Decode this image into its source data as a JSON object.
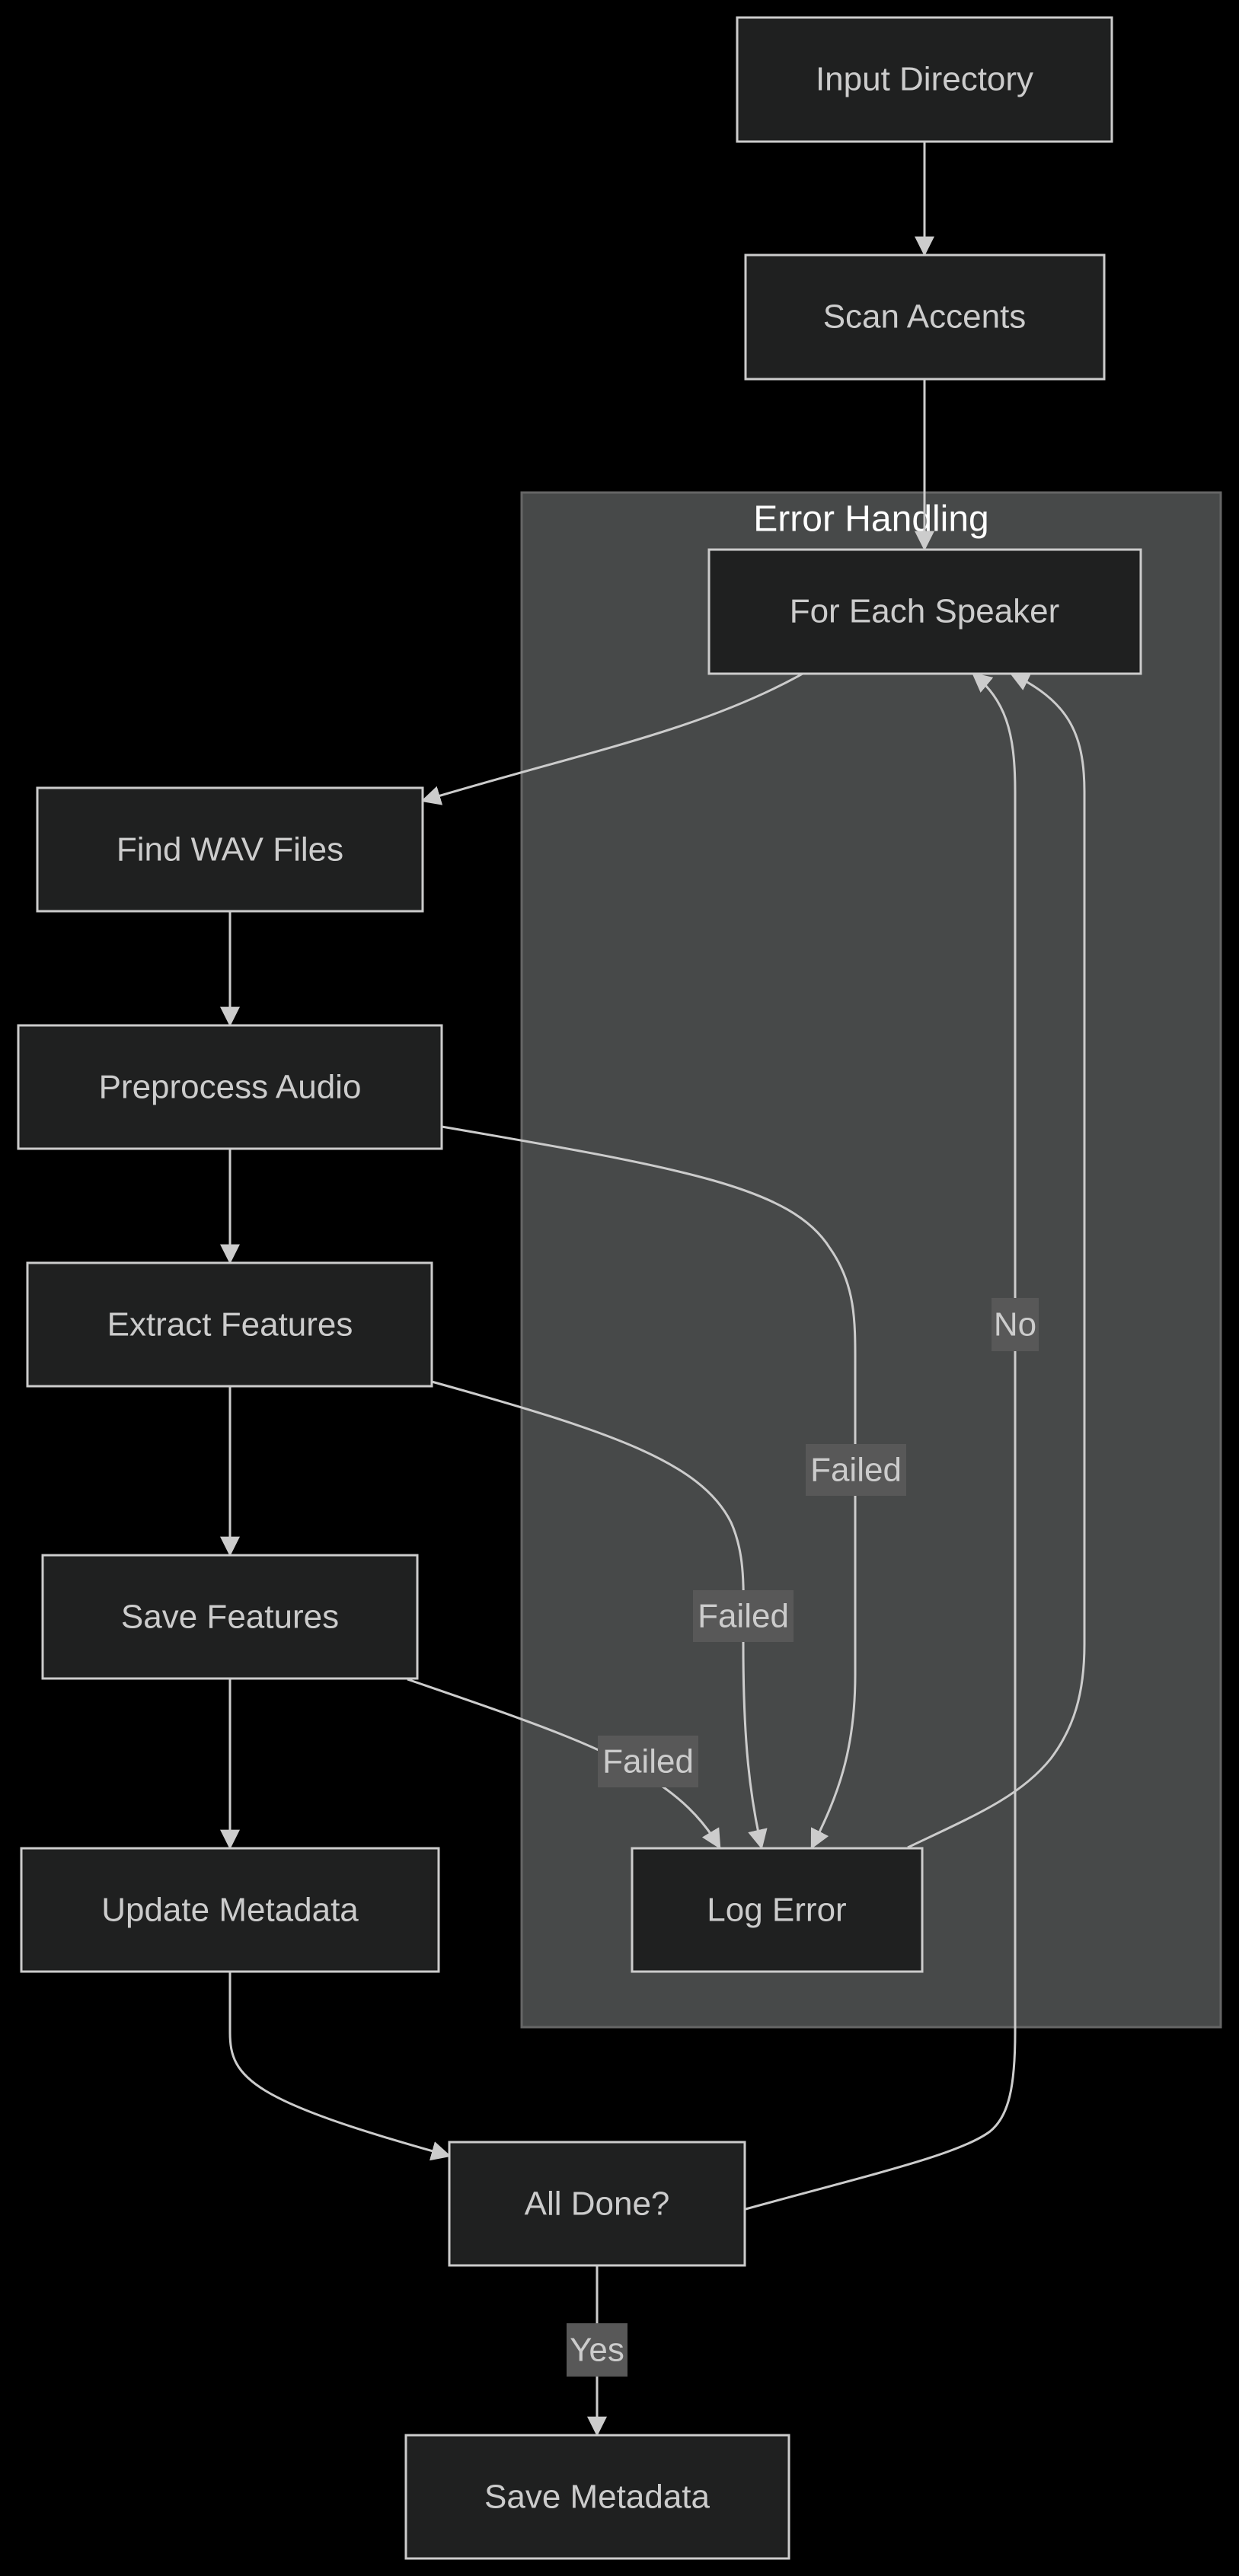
{
  "colors": {
    "background": "#000000",
    "node_fill": "#1f2020",
    "node_stroke": "#cccccc",
    "node_text": "#cccccc",
    "cluster_fill": "#474949",
    "cluster_stroke": "#666666",
    "cluster_title": "#ffffff",
    "edge": "#cccccc",
    "label_bg": "#585858",
    "label_text": "#cccccc"
  },
  "cluster": {
    "title": "Error Handling"
  },
  "nodes": {
    "input_directory": "Input Directory",
    "scan_accents": "Scan Accents",
    "for_each_speaker": "For Each Speaker",
    "find_wav_files": "Find WAV Files",
    "preprocess_audio": "Preprocess Audio",
    "extract_features": "Extract Features",
    "save_features": "Save Features",
    "update_metadata": "Update Metadata",
    "log_error": "Log Error",
    "all_done": "All Done?",
    "save_metadata": "Save Metadata"
  },
  "edges": [
    {
      "from": "input_directory",
      "to": "scan_accents",
      "label": ""
    },
    {
      "from": "scan_accents",
      "to": "for_each_speaker",
      "label": ""
    },
    {
      "from": "for_each_speaker",
      "to": "find_wav_files",
      "label": ""
    },
    {
      "from": "find_wav_files",
      "to": "preprocess_audio",
      "label": ""
    },
    {
      "from": "preprocess_audio",
      "to": "extract_features",
      "label": ""
    },
    {
      "from": "extract_features",
      "to": "save_features",
      "label": ""
    },
    {
      "from": "save_features",
      "to": "update_metadata",
      "label": ""
    },
    {
      "from": "preprocess_audio",
      "to": "log_error",
      "label": "Failed"
    },
    {
      "from": "extract_features",
      "to": "log_error",
      "label": "Failed"
    },
    {
      "from": "save_features",
      "to": "log_error",
      "label": "Failed"
    },
    {
      "from": "log_error",
      "to": "for_each_speaker",
      "label": ""
    },
    {
      "from": "update_metadata",
      "to": "all_done",
      "label": ""
    },
    {
      "from": "all_done",
      "to": "for_each_speaker",
      "label": "No"
    },
    {
      "from": "all_done",
      "to": "save_metadata",
      "label": "Yes"
    }
  ]
}
